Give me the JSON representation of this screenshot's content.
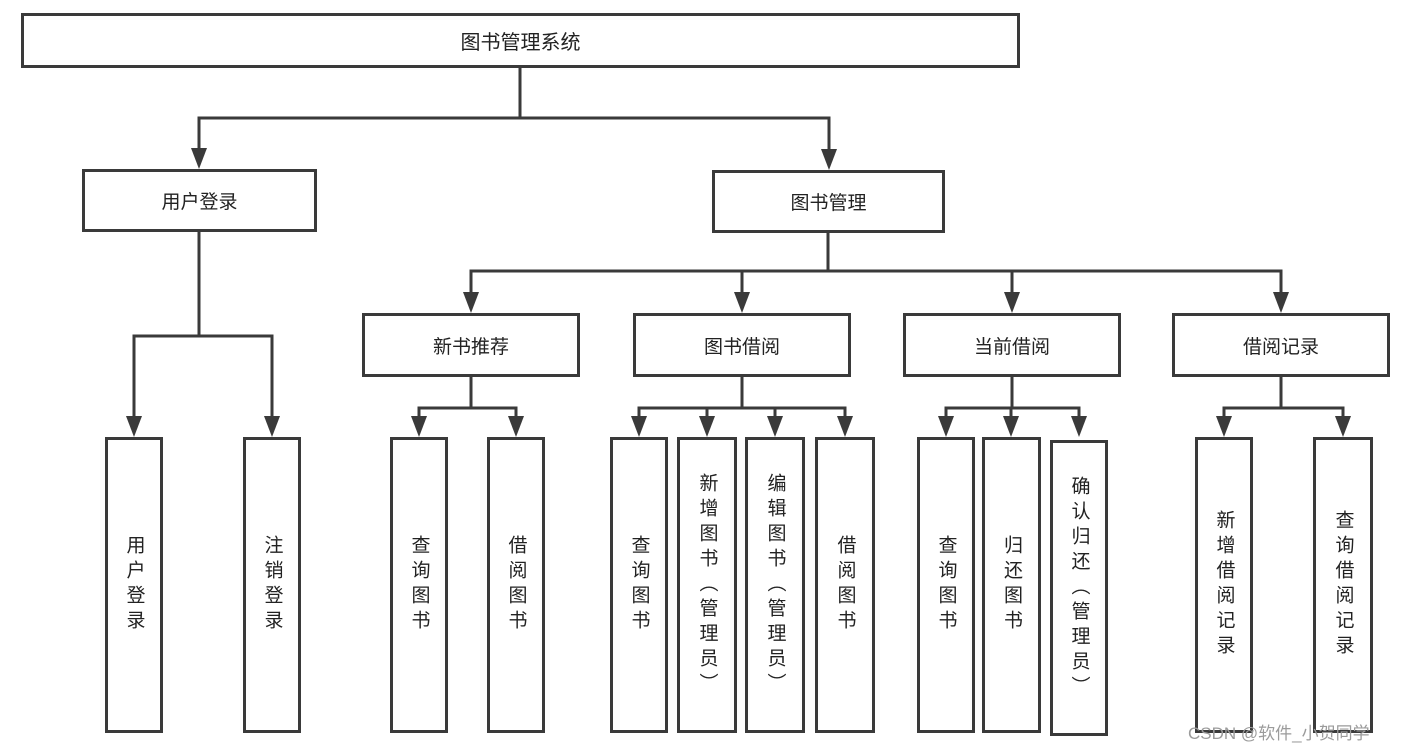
{
  "diagram": {
    "title": "图书管理系统",
    "nodes": {
      "root": "图书管理系统",
      "user_login_branch": "用户登录",
      "book_mgmt_branch": "图书管理",
      "new_book_rec": "新书推荐",
      "book_borrow": "图书借阅",
      "current_borrow": "当前借阅",
      "borrow_records": "借阅记录",
      "ul_children": [
        "用户登录",
        "注销登录"
      ],
      "nbr_children": [
        "查询图书",
        "借阅图书"
      ],
      "bb_children": [
        "查询图书",
        "新增图书（管理员）",
        "编辑图书（管理员）",
        "借阅图书"
      ],
      "cb_children": [
        "查询图书",
        "归还图书",
        "确认归还（管理员）"
      ],
      "br_children": [
        "新增借阅记录",
        "查询借阅记录"
      ]
    },
    "colors": {
      "line": "#3a3a3a",
      "text": "#222222",
      "background": "#ffffff",
      "watermark": "#9b9b9b"
    }
  },
  "watermark": "CSDN @软件_小贺同学"
}
